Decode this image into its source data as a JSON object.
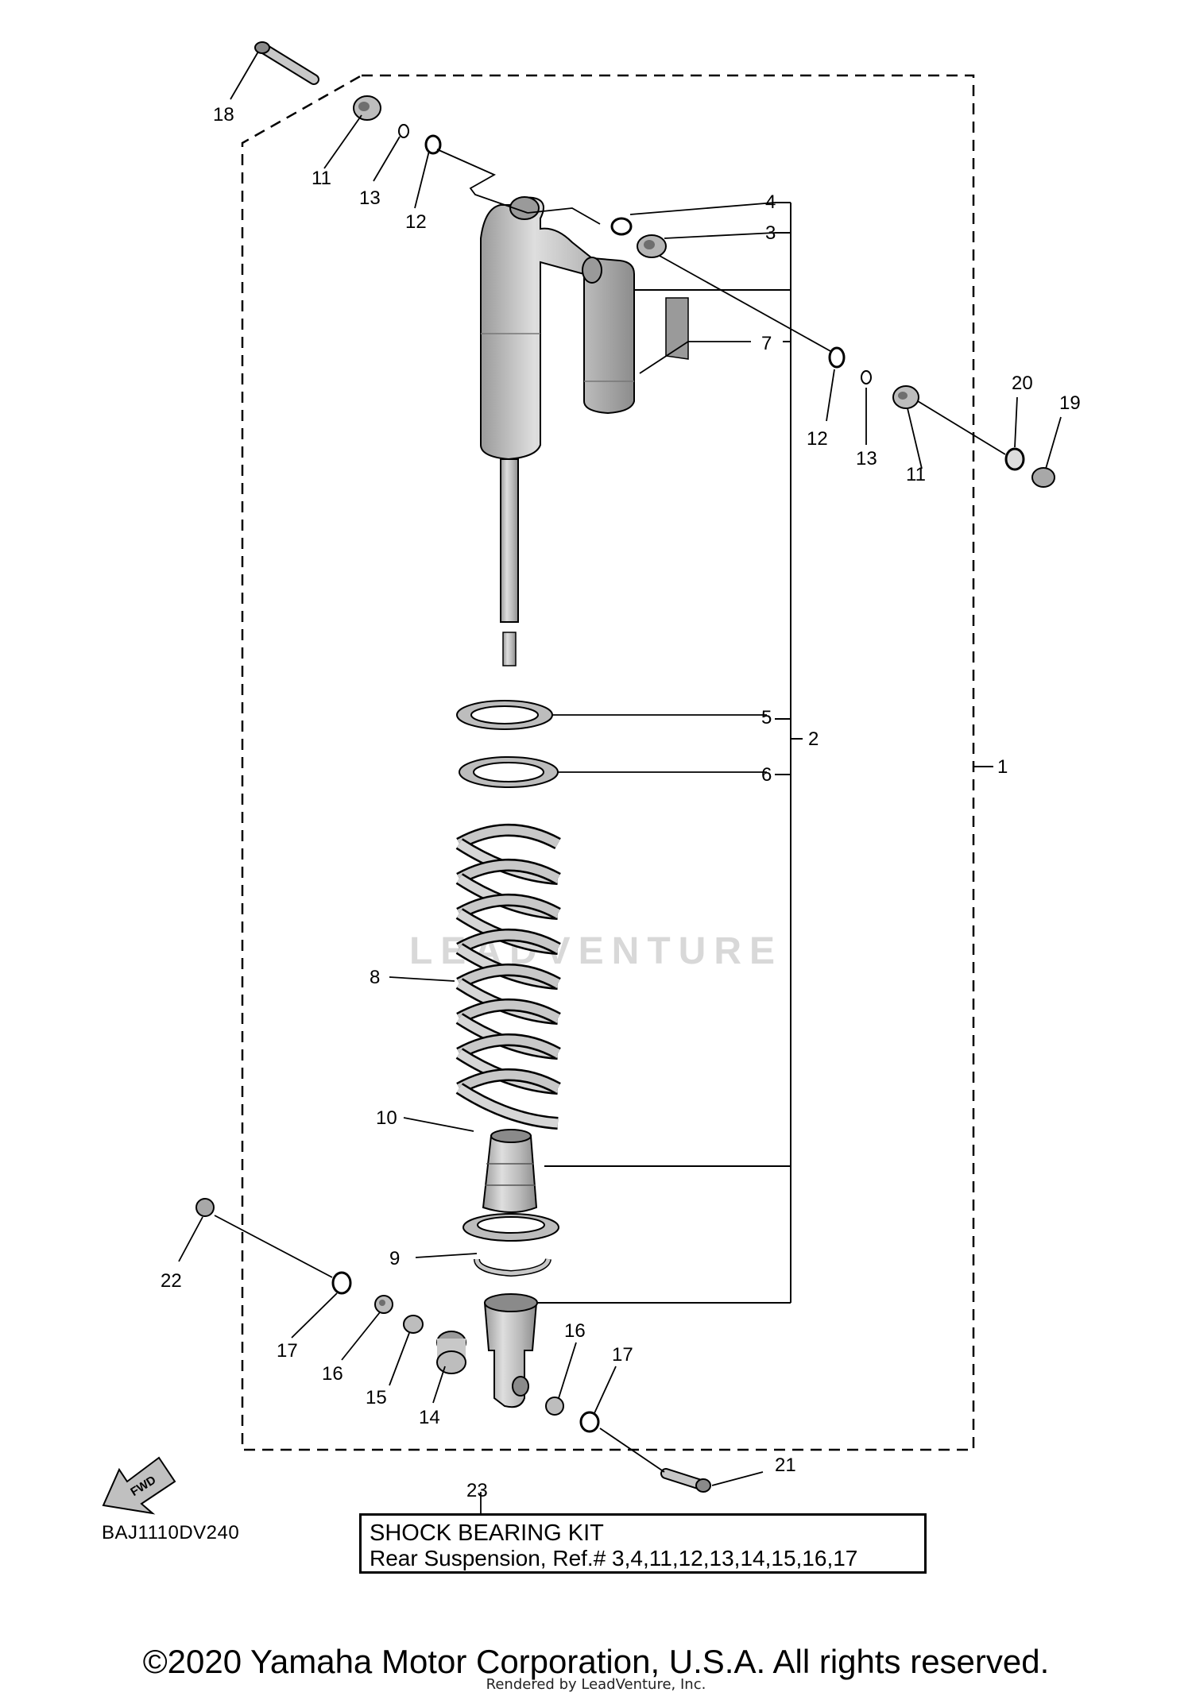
{
  "diagram": {
    "drawing_code": "BAJ1110DV240",
    "fwd_label": "FWD",
    "watermark": "LEADVENTURE",
    "refs": {
      "r1": "1",
      "r2": "2",
      "r3": "3",
      "r4": "4",
      "r5": "5",
      "r6": "6",
      "r7": "7",
      "r8": "8",
      "r9": "9",
      "r10": "10",
      "r11a": "11",
      "r11b": "11",
      "r12a": "12",
      "r12b": "12",
      "r13a": "13",
      "r13b": "13",
      "r14": "14",
      "r15": "15",
      "r16a": "16",
      "r16b": "16",
      "r17a": "17",
      "r17b": "17",
      "r18": "18",
      "r19": "19",
      "r20": "20",
      "r21": "21",
      "r22": "22",
      "r23": "23"
    },
    "kit": {
      "title": "SHOCK BEARING KIT",
      "description": "Rear Suspension, Ref.# 3,4,11,12,13,14,15,16,17"
    }
  },
  "footer": {
    "copyright": "©2020 Yamaha Motor Corporation, U.S.A. All rights reserved.",
    "rendered_by": "Rendered by LeadVenture, Inc."
  },
  "colors": {
    "ink": "#000000",
    "part_fill": "#c8c8c8",
    "part_dark": "#8a8a8a",
    "watermark": "#d8d8d8"
  }
}
